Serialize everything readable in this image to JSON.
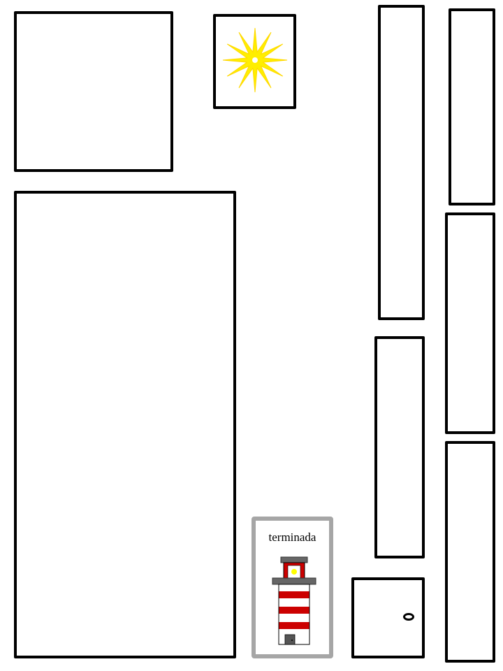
{
  "status": {
    "label": "terminada"
  },
  "pieces": [
    {
      "name": "square-piece",
      "icon": "none"
    },
    {
      "name": "sun-piece",
      "icon": "sun-icon",
      "icon_color": "#ffee00"
    },
    {
      "name": "tall-bar-piece-upper",
      "icon": "none"
    },
    {
      "name": "tall-bar-piece-right-top",
      "icon": "none"
    },
    {
      "name": "large-rectangle-piece",
      "icon": "none"
    },
    {
      "name": "bar-piece-middle",
      "icon": "none"
    },
    {
      "name": "bar-piece-right-middle",
      "icon": "none"
    },
    {
      "name": "bar-piece-right-bottom",
      "icon": "none"
    },
    {
      "name": "door-piece",
      "icon": "door-knob-icon"
    }
  ],
  "status_icon": "lighthouse-icon",
  "colors": {
    "lighthouse_stripe": "#cc0000",
    "lighthouse_cap": "#666666",
    "lamp": "#ffff00"
  }
}
